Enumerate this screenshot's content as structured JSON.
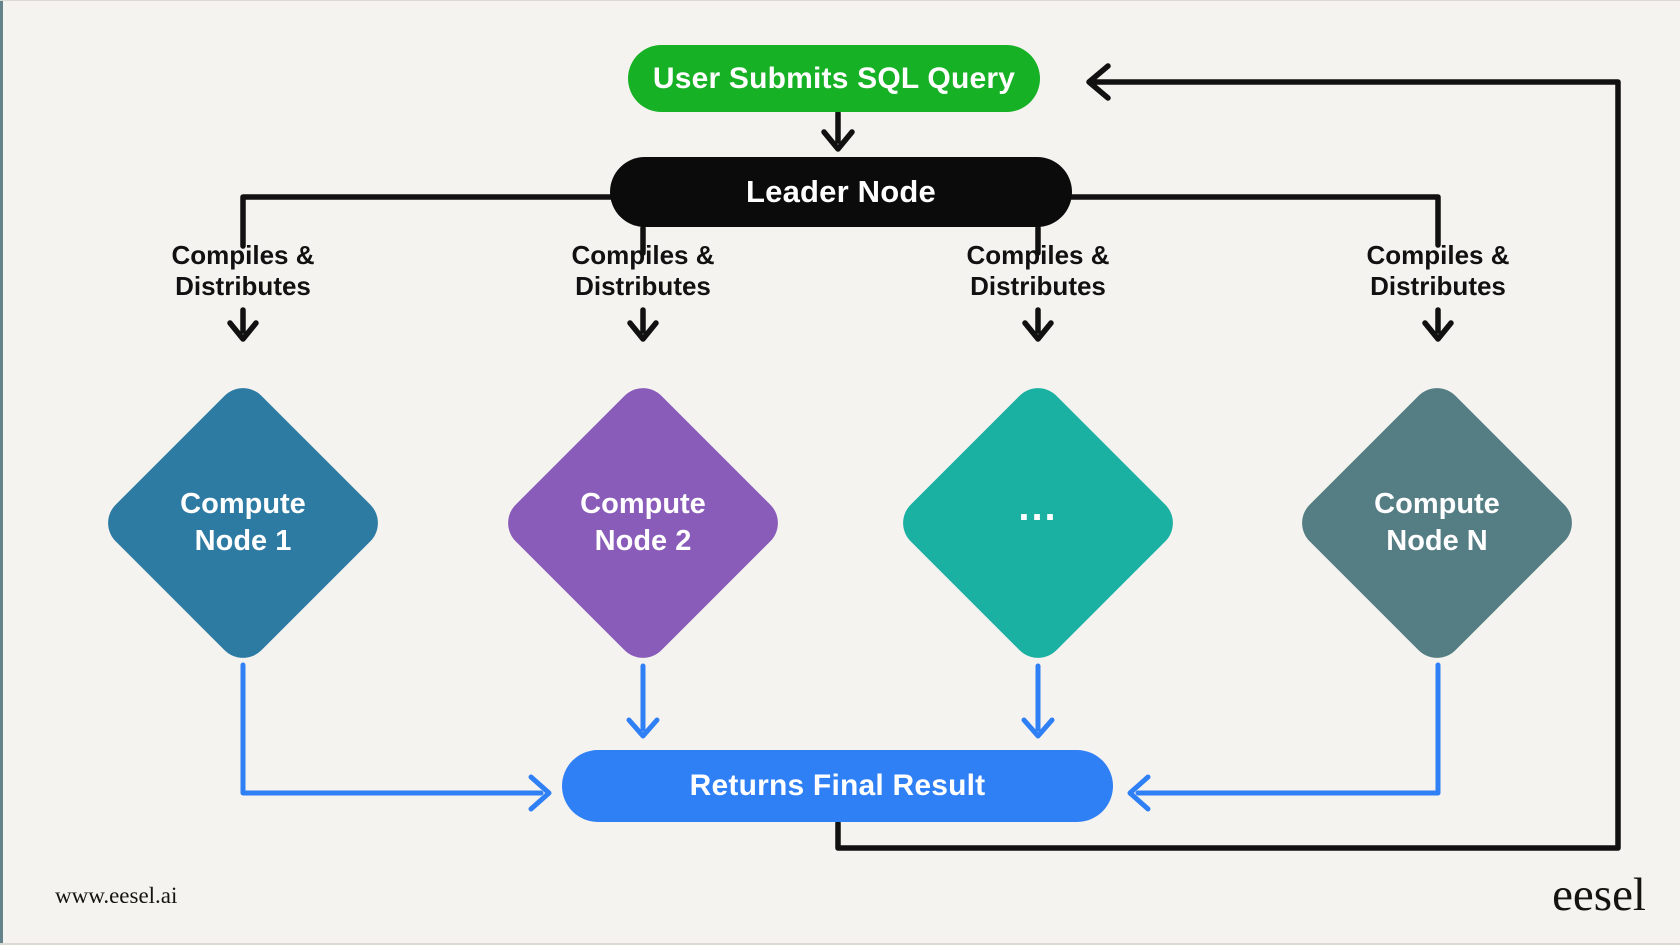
{
  "page": {
    "background": "#f5f3f0"
  },
  "nodes": {
    "user_query": {
      "label": "User Submits SQL Query",
      "color": "#16b124",
      "text_color": "#ffffff"
    },
    "leader": {
      "label": "Leader Node",
      "color": "#0b0b0b",
      "text_color": "#ffffff"
    },
    "compute_nodes": [
      {
        "lines": [
          "Compute",
          "Node 1"
        ],
        "color": "#2d7ba3"
      },
      {
        "lines": [
          "Compute",
          "Node 2"
        ],
        "color": "#8a5cba"
      },
      {
        "lines": [
          "..."
        ],
        "color": "#1ab1a2"
      },
      {
        "lines": [
          "Compute",
          "Node N"
        ],
        "color": "#557d84"
      }
    ],
    "result": {
      "label": "Returns Final Result",
      "color": "#2f7ff5",
      "text_color": "#ffffff"
    }
  },
  "edge_labels": [
    {
      "line1": "Compiles &",
      "line2": "Distributes"
    },
    {
      "line1": "Compiles &",
      "line2": "Distributes"
    },
    {
      "line1": "Compiles &",
      "line2": "Distributes"
    },
    {
      "line1": "Compiles &",
      "line2": "Distributes"
    }
  ],
  "arrow_colors": {
    "black": "#111111",
    "blue": "#2f7ff5"
  },
  "footer": {
    "website": "www.eesel.ai",
    "logo": "eesel"
  }
}
